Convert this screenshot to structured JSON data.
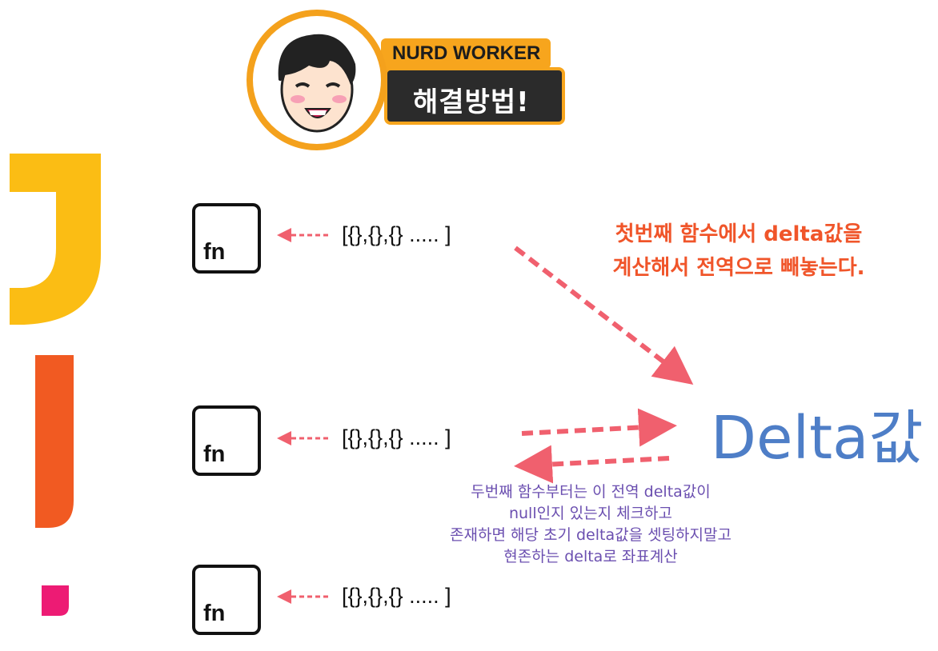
{
  "badge": {
    "title": "NURD WORKER",
    "subtitle": "해결방법!"
  },
  "diagram": {
    "rows": [
      {
        "fn_label": "fn",
        "array_text": "[{},{},{} ..... ]"
      },
      {
        "fn_label": "fn",
        "array_text": "[{},{},{} ..... ]"
      },
      {
        "fn_label": "fn",
        "array_text": "[{},{},{} ..... ]"
      }
    ],
    "note_first": [
      "첫번째 함수에서 delta값을",
      "계산해서 전역으로 빼놓는다."
    ],
    "delta_label": "Delta값",
    "note_second": [
      "두번째 함수부터는 이 전역 delta값이",
      "null인지 있는지 체크하고",
      "존재하면 해당 초기 delta값을 셋팅하지말고",
      "현존하는 delta로 좌표계산"
    ]
  },
  "colors": {
    "arrow": "#f0606e",
    "accent_yellow": "#fbbd14",
    "accent_orange": "#f15a22",
    "accent_pink": "#ed1b74",
    "note_orange": "#f0552a",
    "delta_blue": "#4e7ec7",
    "note_purple": "#6b4fb0",
    "badge_orange": "#f7a51d"
  }
}
